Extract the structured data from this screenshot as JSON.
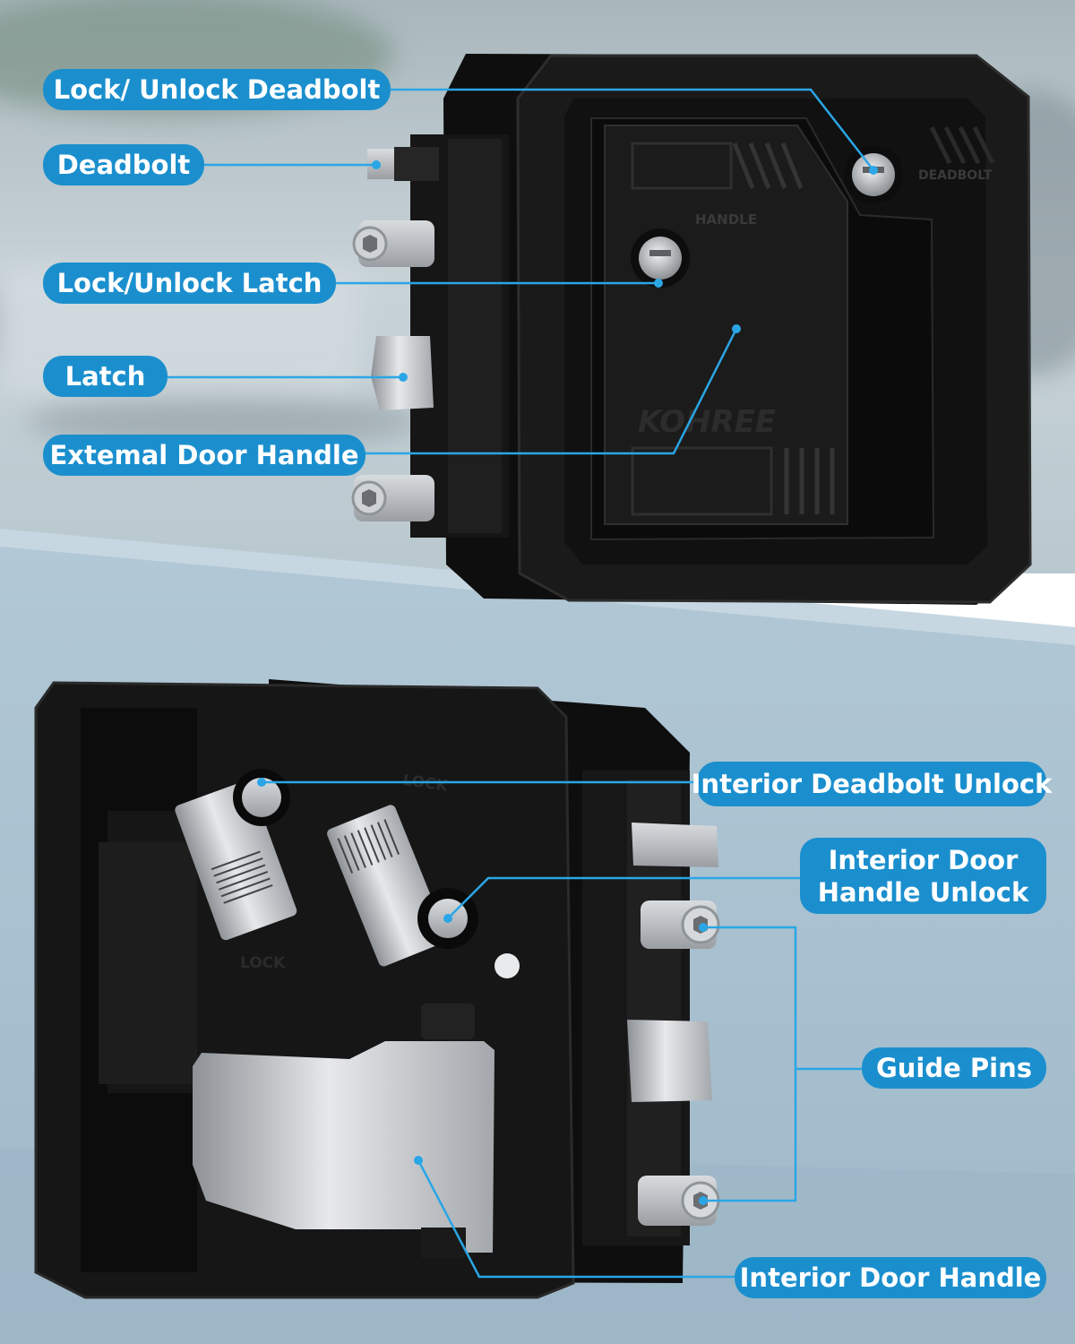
{
  "labels": {
    "lock_unlock_deadbolt": "Lock/ Unlock Deadbolt",
    "deadbolt": "Deadbolt",
    "lock_unlock_latch": "Lock/Unlock Latch",
    "latch": "Latch",
    "external_door_handle": "Extemal Door Handle",
    "interior_deadbolt_unlock": "Interior Deadbolt Unlock",
    "interior_door_handle_unlock_line1": "Interior Door",
    "interior_door_handle_unlock_line2": "Handle Unlock",
    "guide_pins": "Guide Pins",
    "interior_door_handle": "Interior Door Handle"
  },
  "product_markings": {
    "brand": "KOHREE",
    "handle": "HANDLE",
    "deadbolt": "DEADBOLT",
    "lock_upper": "LOCK",
    "lock_lower": "LOCK"
  },
  "colors": {
    "label_background": "#1b8fce",
    "label_text": "#ffffff",
    "leader_line": "#2aa6e6",
    "lock_body": "#141414"
  }
}
